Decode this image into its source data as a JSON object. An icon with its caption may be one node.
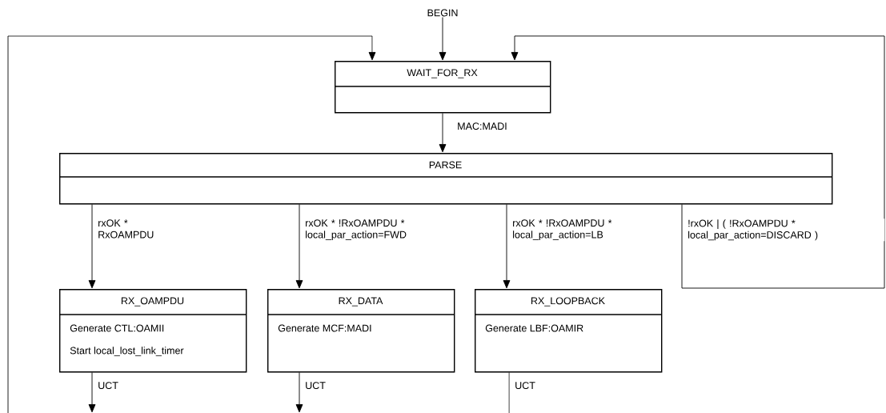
{
  "diagram": {
    "nodes": [
      {
        "text": [
          "BEGIN"
        ]
      },
      {
        "text": [
          "WAIT_FOR_RX"
        ]
      },
      {
        "text": [
          "PARSE"
        ]
      },
      {
        "text": [
          "RX_OAMPDU",
          "Generate CTL:OAMII",
          "Start local_lost_link_timer"
        ]
      },
      {
        "text": [
          "RX_DATA",
          "Generate MCF:MADI"
        ]
      },
      {
        "text": [
          "RX_LOOPBACK",
          "Generate LBF:OAMIR"
        ]
      }
    ],
    "edges": [
      {
        "from": 0,
        "to": 1,
        "arrow": "to"
      },
      {
        "from": 1,
        "to": 2,
        "arrow": "to",
        "label": "MAC:MADI"
      },
      {
        "from": 2,
        "to": 3,
        "arrow": "to",
        "label": "rxOK * RxOAMPDU"
      },
      {
        "from": 2,
        "to": 4,
        "arrow": "to",
        "label": "rxOK * !RxOAMPDU * local_par_action=FWD"
      },
      {
        "from": 2,
        "to": 5,
        "arrow": "to",
        "label": "rxOK * !RxOAMPDU * local_par_action=LB"
      },
      {
        "from": 2,
        "to": 1,
        "arrow": "to",
        "label": "!rxOK | ( !RxOAMPDU * local_par_action=DISCARD )"
      },
      {
        "from": 3,
        "to": null,
        "arrow": "to",
        "label": "UCT"
      },
      {
        "from": 4,
        "to": null,
        "arrow": "to",
        "label": "UCT"
      },
      {
        "from": 5,
        "to": null,
        "arrow": "none",
        "label": "UCT"
      },
      {
        "from": null,
        "to": 1,
        "arrow": "to"
      }
    ]
  }
}
